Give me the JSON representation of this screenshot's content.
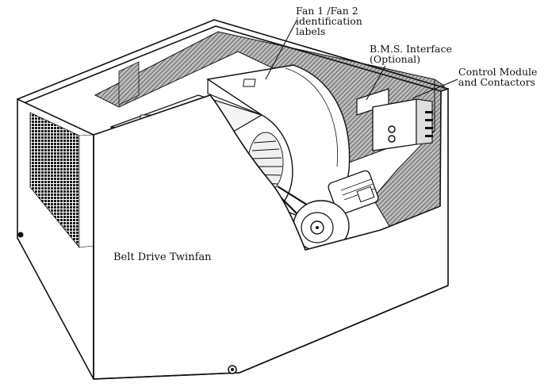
{
  "labels": {
    "fan_ids": {
      "line1": "Fan 1 /Fan 2",
      "line2": "identification",
      "line3": "labels"
    },
    "bms": {
      "line1": "B.M.S. Interface",
      "line2": "(Optional)"
    },
    "control": {
      "line1": "Control Module",
      "line2": "and Contactors"
    },
    "unit_title": "Belt Drive Twinfan"
  },
  "colors": {
    "ink": "#111111",
    "paper": "#ffffff",
    "hatch": "#6a6a6a",
    "shade": "#d9d9d9"
  }
}
